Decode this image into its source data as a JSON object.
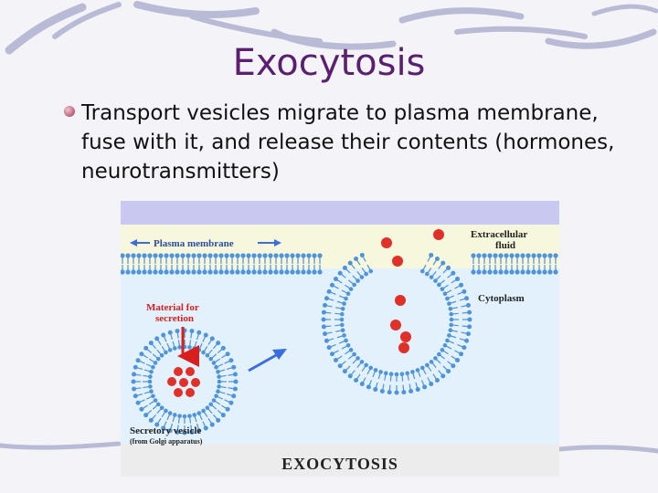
{
  "slide": {
    "title": "Exocytosis",
    "bullet": "Transport vesicles migrate to plasma membrane, fuse with it, and release their contents (hormones, neurotransmitters)"
  },
  "figure": {
    "labels": {
      "plasma_membrane": "Plasma membrane",
      "extracellular_1": "Extracellular",
      "extracellular_2": "fluid",
      "cytoplasm": "Cytoplasm",
      "material_1": "Material for",
      "material_2": "secretion",
      "secretory_1": "Secretory vesicle",
      "secretory_2": "(from Golgi apparatus)",
      "caption": "EXOCYTOSIS"
    },
    "colors": {
      "header_band": "#c8c8f0",
      "extracellular_bg": "#f6f7dc",
      "cytoplasm_bg": "#e2f1fc",
      "membrane": "#4f93d8",
      "particle": "#e0302a",
      "label_red": "#d81f1f",
      "arrow_blue": "#3a6ee0"
    }
  },
  "colors": {
    "title": "#5a1f6e",
    "background": "#f4f4f8"
  }
}
